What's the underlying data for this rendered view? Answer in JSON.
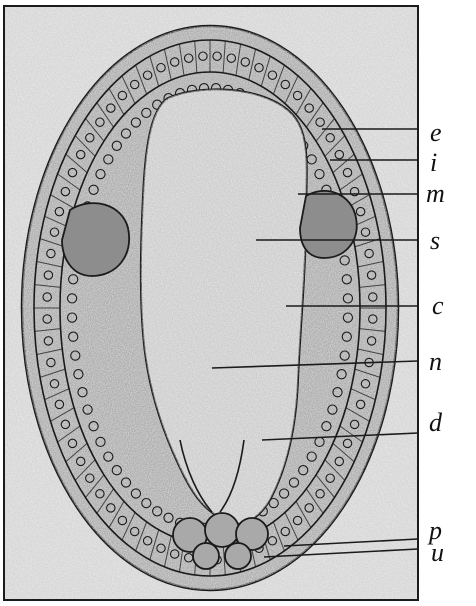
{
  "figure": {
    "kind": "histological section illustration (engraving)",
    "ink_color": "#1b1b1b",
    "paper_color": "#ffffff",
    "plate_tone": "#d7d7d7"
  },
  "labels": {
    "e": "e",
    "i": "i",
    "m": "m",
    "s": "s",
    "c": "c",
    "n": "n",
    "d": "d",
    "p": "p",
    "u": "u"
  }
}
